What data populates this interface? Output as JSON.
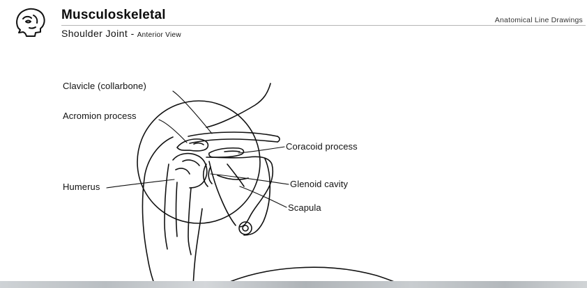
{
  "header": {
    "title": "Musculoskeletal",
    "subtitle": "Shoulder Joint",
    "subtitle_separator": "-",
    "subtitle_view": "Anterior View",
    "collection": "Anatomical Line Drawings",
    "logo_icon": "skull-head-profile-icon"
  },
  "labels": {
    "clavicle": "Clavicle (collarbone)",
    "acromion": "Acromion process",
    "coracoid": "Coracoid process",
    "humerus": "Humerus",
    "glenoid": "Glenoid cavity",
    "scapula": "Scapula"
  },
  "colors": {
    "line": "#111111",
    "rule": "#b5b5b5",
    "background": "#ffffff"
  }
}
